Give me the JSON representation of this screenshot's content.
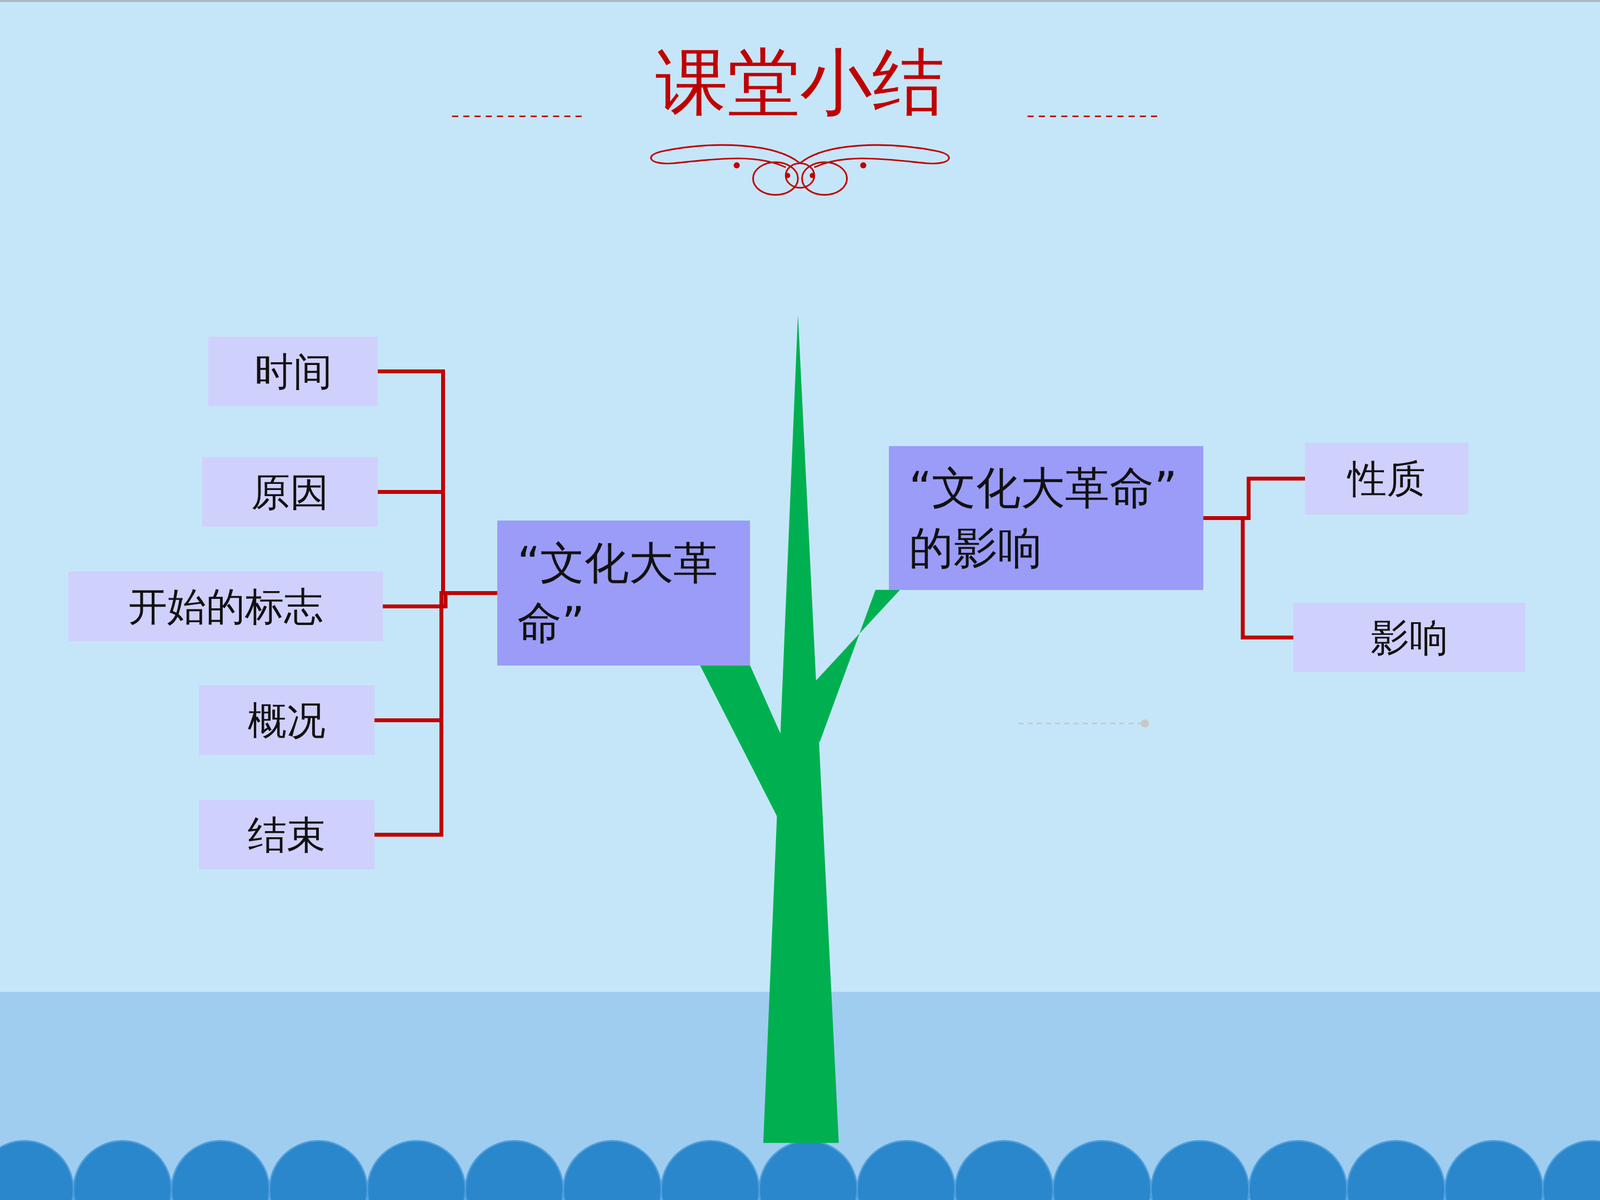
{
  "diagram": {
    "title": "课堂小结",
    "nodes": [
      {
        "text": [
          "“文化大革命”"
        ]
      },
      {
        "text": [
          "时间"
        ]
      },
      {
        "text": [
          "原因"
        ]
      },
      {
        "text": [
          "开始的标志"
        ]
      },
      {
        "text": [
          "概况"
        ]
      },
      {
        "text": [
          "结束"
        ]
      },
      {
        "text": [
          "“文化大革命”的影响"
        ]
      },
      {
        "text": [
          "性质"
        ]
      },
      {
        "text": [
          "影响"
        ]
      }
    ],
    "edges": [
      {
        "from": 0,
        "to": 1,
        "arrow": "none"
      },
      {
        "from": 0,
        "to": 2,
        "arrow": "none"
      },
      {
        "from": 0,
        "to": 3,
        "arrow": "none"
      },
      {
        "from": 0,
        "to": 4,
        "arrow": "none"
      },
      {
        "from": 0,
        "to": 5,
        "arrow": "none"
      },
      {
        "from": 6,
        "to": 7,
        "arrow": "none"
      },
      {
        "from": 6,
        "to": 8,
        "arrow": "none"
      }
    ]
  }
}
